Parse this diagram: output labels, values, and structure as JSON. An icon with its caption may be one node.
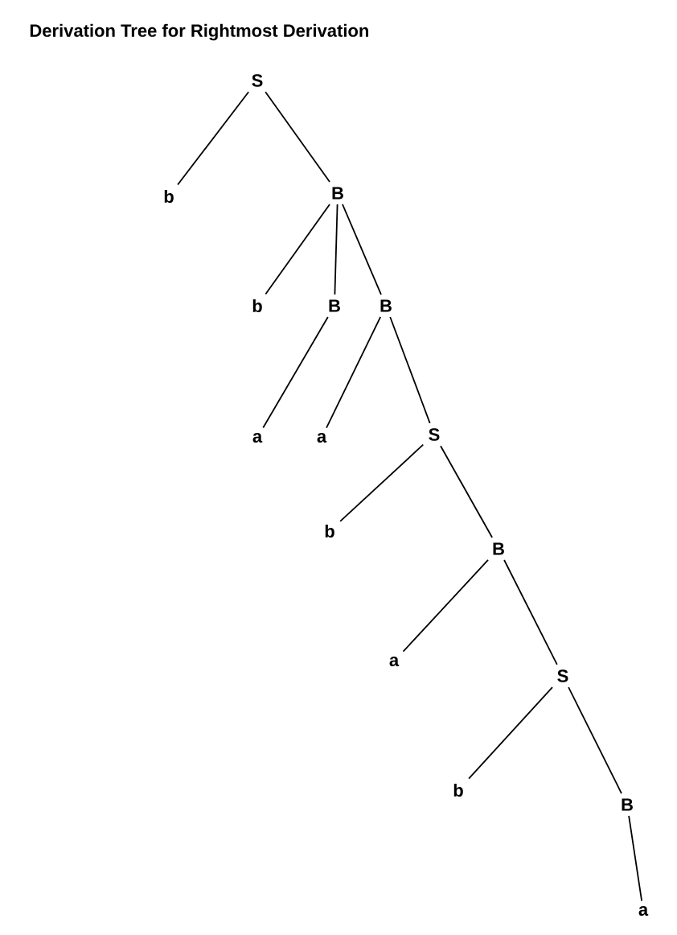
{
  "diagram": {
    "title": "Derivation Tree for Rightmost Derivation",
    "nodes": [
      {
        "text": [
          "S"
        ]
      },
      {
        "text": [
          "b"
        ]
      },
      {
        "text": [
          "B"
        ]
      },
      {
        "text": [
          "b"
        ]
      },
      {
        "text": [
          "B"
        ]
      },
      {
        "text": [
          "B"
        ]
      },
      {
        "text": [
          "a"
        ]
      },
      {
        "text": [
          "a"
        ]
      },
      {
        "text": [
          "S"
        ]
      },
      {
        "text": [
          "b"
        ]
      },
      {
        "text": [
          "B"
        ]
      },
      {
        "text": [
          "a"
        ]
      },
      {
        "text": [
          "S"
        ]
      },
      {
        "text": [
          "b"
        ]
      },
      {
        "text": [
          "B"
        ]
      },
      {
        "text": [
          "a"
        ]
      }
    ],
    "edges": [
      {
        "from": 0,
        "to": 1,
        "arrow": "none"
      },
      {
        "from": 0,
        "to": 2,
        "arrow": "none"
      },
      {
        "from": 2,
        "to": 3,
        "arrow": "none"
      },
      {
        "from": 2,
        "to": 4,
        "arrow": "none"
      },
      {
        "from": 2,
        "to": 5,
        "arrow": "none"
      },
      {
        "from": 4,
        "to": 6,
        "arrow": "none"
      },
      {
        "from": 5,
        "to": 7,
        "arrow": "none"
      },
      {
        "from": 5,
        "to": 8,
        "arrow": "none"
      },
      {
        "from": 8,
        "to": 9,
        "arrow": "none"
      },
      {
        "from": 8,
        "to": 10,
        "arrow": "none"
      },
      {
        "from": 10,
        "to": 11,
        "arrow": "none"
      },
      {
        "from": 10,
        "to": 12,
        "arrow": "none"
      },
      {
        "from": 12,
        "to": 13,
        "arrow": "none"
      },
      {
        "from": 12,
        "to": 14,
        "arrow": "none"
      },
      {
        "from": 14,
        "to": 15,
        "arrow": "none"
      }
    ]
  }
}
